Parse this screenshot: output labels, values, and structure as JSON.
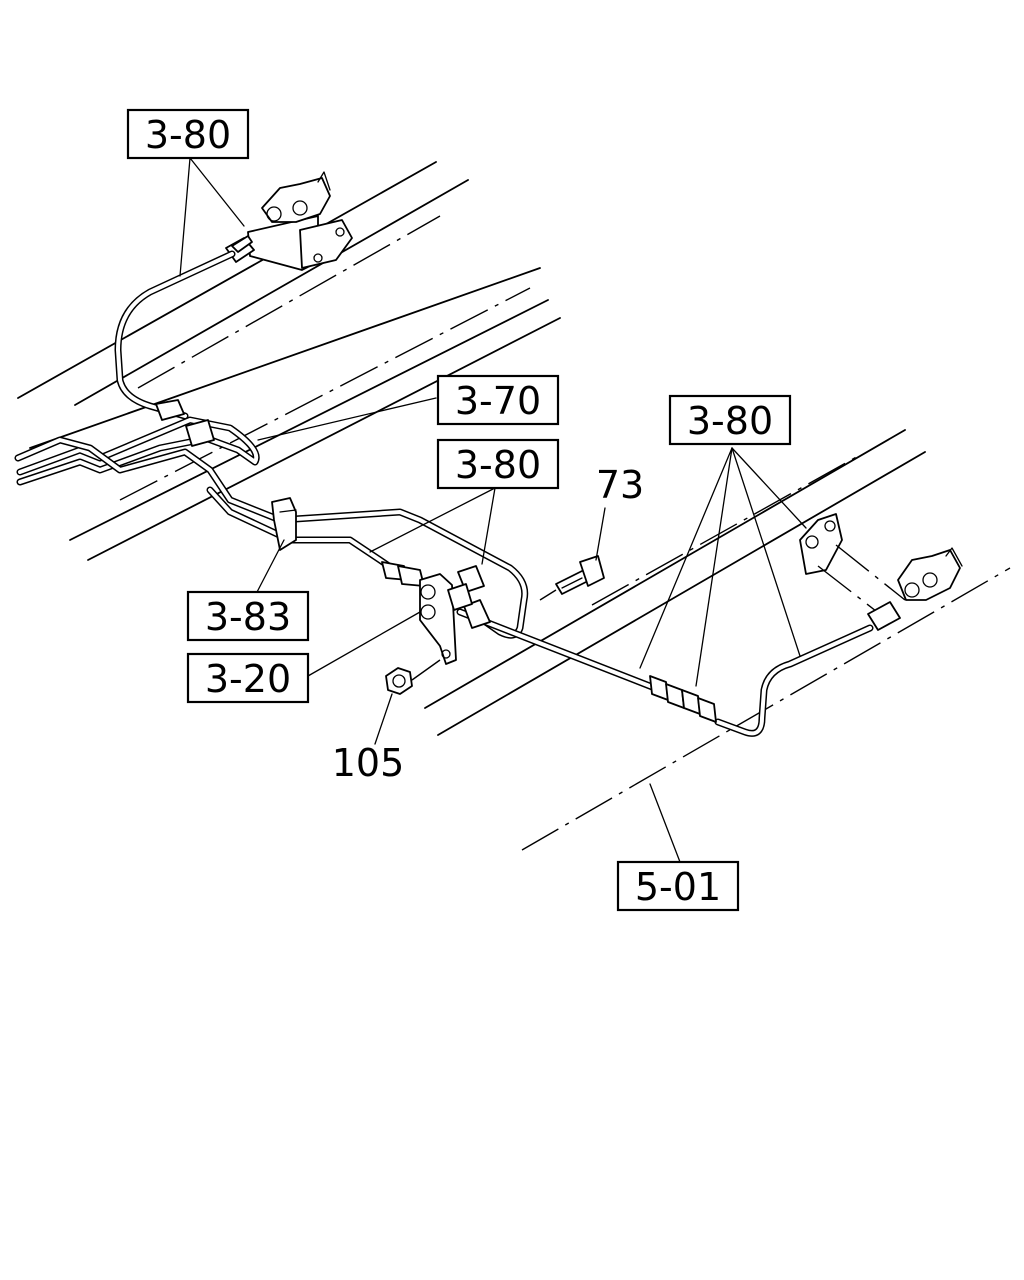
{
  "callouts": {
    "c380_top": "3-80",
    "c370": "3-70",
    "c380_mid": "3-80",
    "c380_right": "3-80",
    "c383": "3-83",
    "c320": "3-20",
    "c501": "5-01"
  },
  "part_numbers": {
    "p73": "73",
    "p105": "105"
  }
}
